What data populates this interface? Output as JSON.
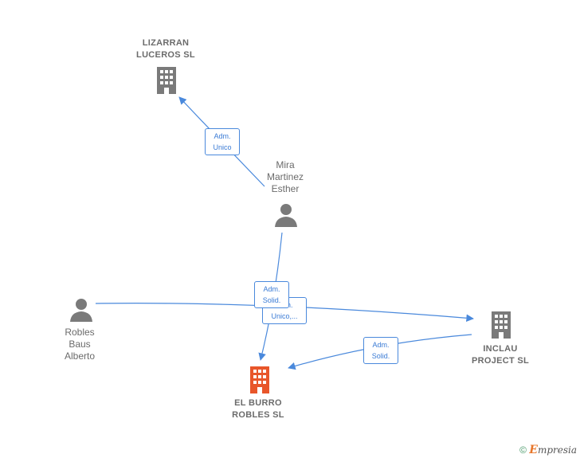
{
  "nodes": {
    "lizarran": {
      "label": "LIZARRAN\nLUCEROS  SL",
      "type": "company",
      "color": "#7a7a7a"
    },
    "mira": {
      "label": "Mira\nMartinez\nEsther",
      "type": "person",
      "color": "#7a7a7a"
    },
    "robles": {
      "label": "Robles\nBaus\nAlberto",
      "type": "person",
      "color": "#7a7a7a"
    },
    "inclau": {
      "label": "INCLAU\nPROJECT SL",
      "type": "company",
      "color": "#7a7a7a"
    },
    "burro": {
      "label": "EL BURRO\nROBLES  SL",
      "type": "company",
      "color": "#e8562a"
    }
  },
  "roles": {
    "mira_lizarran": "Adm.\nUnico",
    "mira_burro": "Adm.\nSolid.",
    "robles_inclau": "Adm.\nUnico,...",
    "inclau_burro": "Adm.\nSolid."
  },
  "footer": {
    "copyright": "©",
    "brand_initial": "E",
    "brand_rest": "mpresia"
  },
  "colors": {
    "edge": "#4a89dc",
    "focus": "#e8562a",
    "node": "#7a7a7a"
  }
}
